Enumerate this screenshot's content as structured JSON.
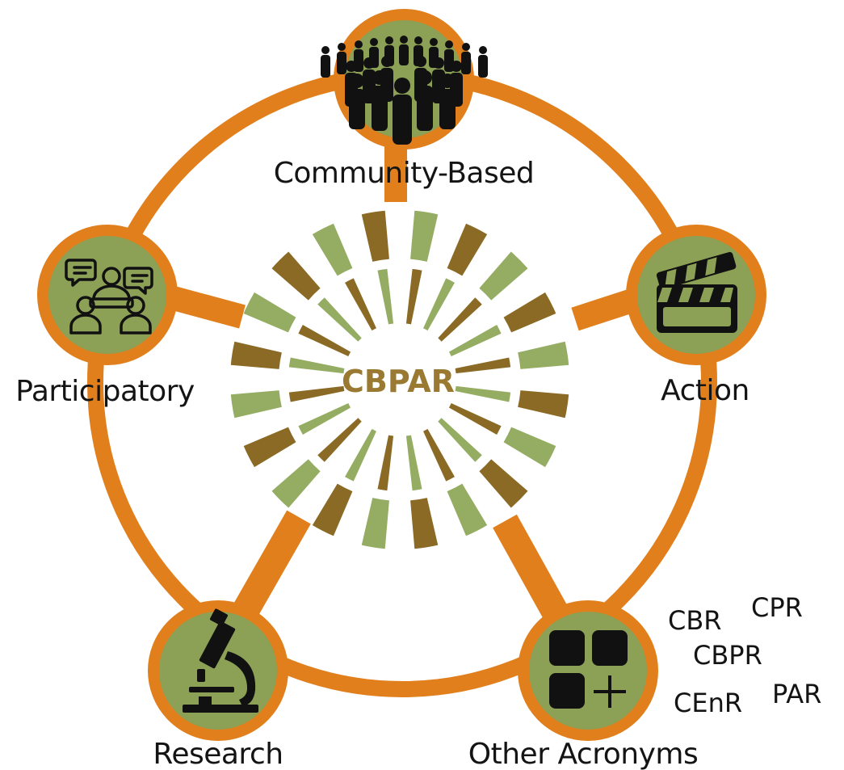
{
  "colors": {
    "ring": "#e07f1c",
    "node_fill": "#8ca056",
    "wedge_green": "#94ad62",
    "wedge_brown": "#8a6a24",
    "center_text": "#9a7a33",
    "icon": "#111111",
    "label_text": "#141414"
  },
  "center": {
    "label": "CBPAR"
  },
  "nodes": {
    "community": {
      "label": "Community-Based",
      "icon": "crowd-icon"
    },
    "participatory": {
      "label": "Participatory",
      "icon": "discussion-icon"
    },
    "action": {
      "label": "Action",
      "icon": "clapperboard-icon"
    },
    "research": {
      "label": "Research",
      "icon": "microscope-icon"
    },
    "acronyms": {
      "label": "Other Acronyms",
      "icon": "grid-plus-icon"
    }
  },
  "acronyms": {
    "cbr": "CBR",
    "cpr": "CPR",
    "cbpr": "CBPR",
    "cenr": "CEnR",
    "par": "PAR"
  }
}
